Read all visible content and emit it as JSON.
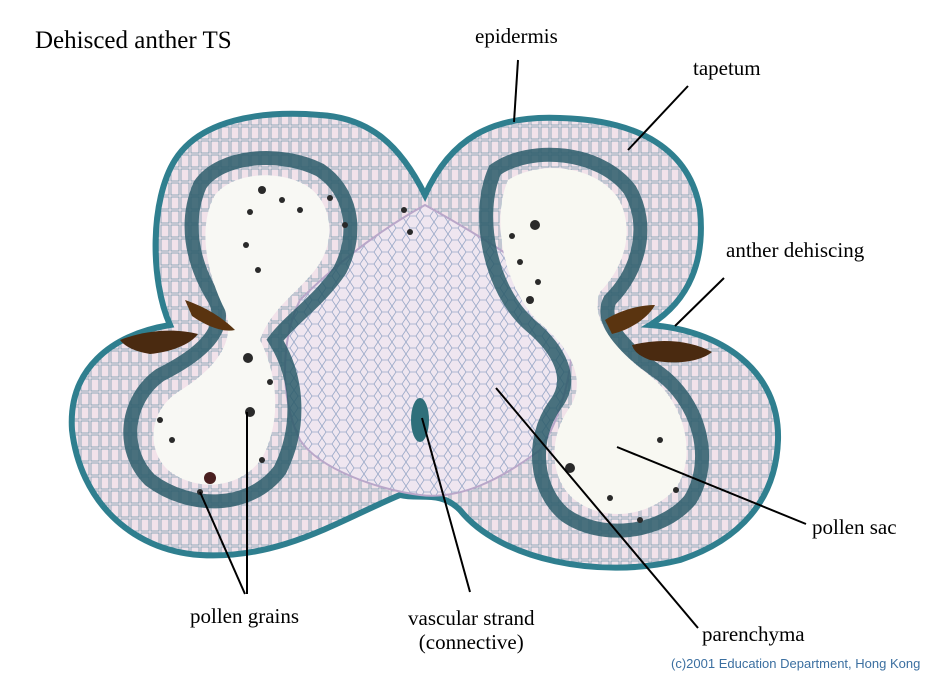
{
  "title": "Dehisced anther TS",
  "labels": {
    "epidermis": "epidermis",
    "tapetum": "tapetum",
    "anther_dehiscing": "anther dehiscing",
    "pollen_sac": "pollen sac",
    "pollen_grains": "pollen grains",
    "vascular_strand": "vascular strand",
    "connective": "(connective)",
    "parenchyma": "parenchyma"
  },
  "copyright": "(c)2001 Education Department, Hong Kong",
  "colors": {
    "background": "#ffffff",
    "epidermis_stain": "#2f7f8f",
    "tissue": "#efe4ec",
    "parenchyma": "#e3d6ea",
    "locule": "#f7f8f2",
    "dehiscence_brown": "#4a2a10",
    "copyright_blue": "#3b6fa0"
  }
}
